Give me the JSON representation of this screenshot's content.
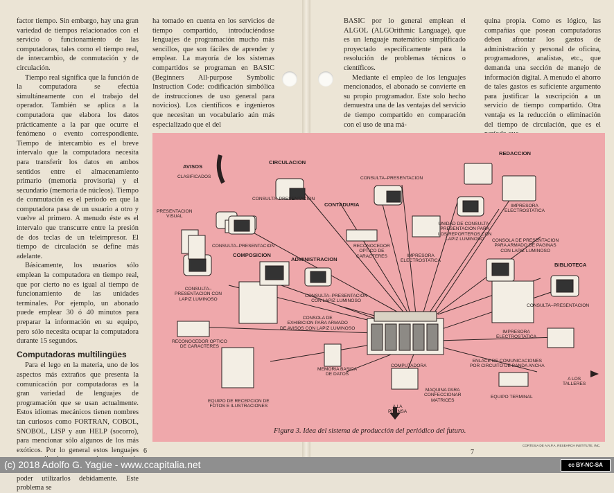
{
  "left_page": {
    "col1": {
      "p1": "factor tiempo. Sin embargo, hay una gran variedad de tiempos relacionados con el servicio o funcionamiento de las computadoras, tales como el tiempo real, de intercambio, de conmutación y de circulación.",
      "p2": "Tiempo real significa que la función de la computadora se efectúa simultáneamente con el trabajo del operador. También se aplica a la computadora que elabora los datos prácticamente a la par que ocurre el fenómeno o evento correspondiente. Tiempo de intercambio es el breve intervalo que la computadora necesita para transferir los datos en ambos sentidos entre el almacenamiento primario (memoria provisoria) y el secundario (memoria de núcleos). Tiempo de conmutación es el período en que la computadora pasa de un usuario a otro y vuelve al primero. A menudo éste es el intervalo que transcurre entre la presión de dos teclas de un teleimpresor. El tiempo de circulación se define más adelante.",
      "p3": "Básicamente, los usuarios sólo emplean la computadora en tiempo real, que por cierto no es igual al tiempo de funcionamiento de las unidades terminales. Por ejemplo, un abonado puede emplear 30 ó 40 minutos para preparar la información en su equipo, pero sólo necesita ocupar la computadora durante 15 segundos.",
      "heading": "Computadoras multilingües",
      "p4": "Para el lego en la materia, uno de los aspectos más extraños que presenta la comunicación por computadoras es la gran variedad de lenguajes de programación que se usan actualmente. Estos idiomas mecánicos tienen nombres tan curiosos como FORTRAN, COBOL, SNOBOL, LISP y aun HELP (socorro), para mencionar sólo algunos de los más exóticos. Por lo general estos lenguajes son complicados y se necesita experiencia en programación o manejo de datos para poder utilizarlos debidamente. Este problema se"
    },
    "col2": {
      "p1": "ha tomado en cuenta en los servicios de tiempo compartido, introduciéndose lenguajes de programación mucho más sencillos, que son fáciles de aprender y emplear. La mayoría de los sistemas compartidos se programan en BASIC (Beginners All-purpose Symbolic Instruction Code: codificación simbólica de instrucciones de uso general para novicios). Los científicos e ingenieros que necesitan un vocabulario aún más especializado que el del"
    },
    "page_number": "6"
  },
  "right_page": {
    "col1": {
      "p1": "BASIC por lo general emplean el ALGOL (ALGOrithmic Language), que es un lenguaje matemático simplificado proyectado específicamente para la resolución de problemas técnicos o científicos.",
      "p2": "Mediante el empleo de los lenguajes mencionados, el abonado se convierte en su propio programador. Este solo hecho demuestra una de las ventajas del servicio de tiempo compartido en comparación con el uso de una má-"
    },
    "col2": {
      "p1": "quina propia. Como es lógico, las compañías que posean computadoras deben afrontar los gastos de administración y personal de oficina, programadores, analistas, etc., que demanda una sección de manejo de información digital. A menudo el ahorro de tales gastos es suficiente argumento para justificar la suscripción a un servicio de tiempo compartido. Otra ventaja es la reducción o eliminación del tiempo de circulación, que es el período que"
    },
    "page_number": "7"
  },
  "figure": {
    "caption": "Figura 3. Idea del sistema de producción del periódico del futuro.",
    "credit": "CORTESIA DE A.N.P.A. RESEARCH INSTITUTE, INC.",
    "sections": {
      "avisos": "AVISOS",
      "circulacion": "CIRCULACION",
      "contaduria": "CONTADURIA",
      "redaccion": "REDACCION",
      "composicion": "COMPOSICION",
      "administracion": "ADMINISTRACION",
      "biblioteca": "BIBLIOTECA"
    },
    "labels": {
      "clasificados": "CLASIFICADOS",
      "presentacion_visual": "PRESENTACION\nVISUAL",
      "consulta_pres_avisos": "CONSULTA–PRESENTACION",
      "consulta_pres_circ": "CONSULTA–PRESENTACION",
      "consulta_pres_cont": "CONSULTA–PRESENTACION",
      "reconocedor_cont": "RECONOCEDOR\nOPTICO DE\nCARACTERES",
      "impresora_cont": "IMPRESORA\nELECTROSTATICA",
      "unidad_consulta": "UNIDAD DE CONSULTA–\nPRESENTACION PARA\nLOS REPORTEROS CON\nLAPIZ LUMINOSO",
      "impresora_red": "IMPRESORA\nELECTROSTATICA",
      "consola_paginas": "CONSOLA DE PRESENTACION\nPARA ARMADO DE PAGINAS\nCON LAPIZ LUMINOSO",
      "consulta_lapiz_comp": "CONSULTA–\nPRESENTACION CON\nLAPIZ LUMINOSO",
      "consulta_lapiz_adm": "CONSULTA–PRESENTACION\nCON LAPIZ LUMINOSO",
      "consola_exhibicion": "CONSOLA DE\nEXHIBICION PARA ARMADO\nDE AVISOS CON LAPIZ LUMINOSO",
      "consulta_pres_bib": "CONSULTA–PRESENTACION",
      "impresora_bib": "IMPRESORA\nELECTROSTATICA",
      "reconocedor_comp": "RECONOCEDOR OPTICO\nDE CARACTERES",
      "memoria": "MEMORIA BASICA\nDE DATOS",
      "computadora": "COMPUTADORA",
      "enlace": "ENLACE DE COMUNICACIONES\nPOR CIRCUITO DE BANDA ANCHA",
      "a_los_talleres": "A LOS\nTALLERES",
      "equipo_terminal": "EQUIPO TERMINAL",
      "maquina_matrices": "MAQUINA PARA\nCONFECCIONAR\nMATRICES",
      "a_la_prensa": "A LA\nPRENSA",
      "equipo_recepcion": "EQUIPO DE RECEPCION DE\nFOTOS E ILUSTRACIONES"
    }
  },
  "footer": {
    "text": "(c) 2018 Adolfo G. Yagüe - www.ccapitalia.net",
    "license": "cc BY-NC-SA"
  },
  "colors": {
    "figure_bg": "#efa8ab",
    "footer_bg": "#8f8f8f",
    "paper": "#ebe4d5"
  }
}
